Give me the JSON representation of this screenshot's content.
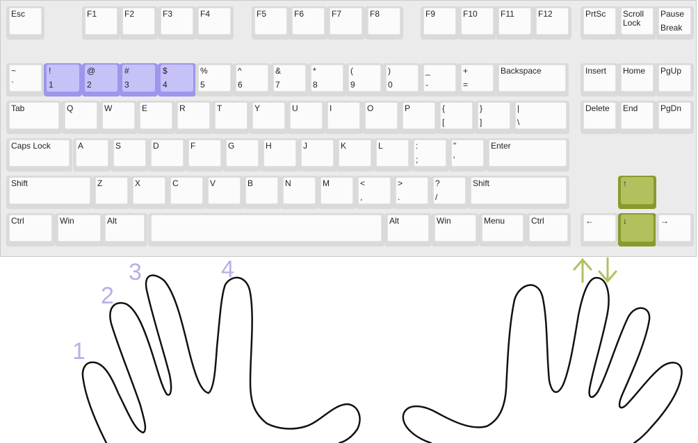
{
  "keyboard": {
    "colors": {
      "finger_highlight": "#c6c1f7",
      "arrow_highlight": "#b3c05e"
    },
    "rows": [
      {
        "id": "function",
        "keys": [
          {
            "id": "esc",
            "top": "Esc"
          },
          {
            "id": "f1",
            "top": "F1"
          },
          {
            "id": "f2",
            "top": "F2"
          },
          {
            "id": "f3",
            "top": "F3"
          },
          {
            "id": "f4",
            "top": "F4"
          },
          {
            "id": "f5",
            "top": "F5"
          },
          {
            "id": "f6",
            "top": "F6"
          },
          {
            "id": "f7",
            "top": "F7"
          },
          {
            "id": "f8",
            "top": "F8"
          },
          {
            "id": "f9",
            "top": "F9"
          },
          {
            "id": "f10",
            "top": "F10"
          },
          {
            "id": "f11",
            "top": "F11"
          },
          {
            "id": "f12",
            "top": "F12"
          },
          {
            "id": "prtsc",
            "top": "PrtSc"
          },
          {
            "id": "scroll-lock",
            "top": "Scroll\nLock"
          },
          {
            "id": "pause",
            "top": "Pause",
            "bottom": "Break"
          }
        ]
      },
      {
        "id": "number",
        "keys": [
          {
            "id": "tilde",
            "top": "~",
            "bottom": "`"
          },
          {
            "id": "1",
            "top": "!",
            "bottom": "1",
            "highlight": "finger"
          },
          {
            "id": "2",
            "top": "@",
            "bottom": "2",
            "highlight": "finger"
          },
          {
            "id": "3",
            "top": "#",
            "bottom": "3",
            "highlight": "finger"
          },
          {
            "id": "4",
            "top": "$",
            "bottom": "4",
            "highlight": "finger"
          },
          {
            "id": "5",
            "top": "%",
            "bottom": "5"
          },
          {
            "id": "6",
            "top": "^",
            "bottom": "6"
          },
          {
            "id": "7",
            "top": "&",
            "bottom": "7"
          },
          {
            "id": "8",
            "top": "*",
            "bottom": "8"
          },
          {
            "id": "9",
            "top": "(",
            "bottom": "9"
          },
          {
            "id": "0",
            "top": ")",
            "bottom": "0"
          },
          {
            "id": "minus",
            "top": "_",
            "bottom": "-"
          },
          {
            "id": "equals",
            "top": "+",
            "bottom": "="
          },
          {
            "id": "backspace",
            "top": "Backspace"
          },
          {
            "id": "insert",
            "top": "Insert"
          },
          {
            "id": "home",
            "top": "Home"
          },
          {
            "id": "pgup",
            "top": "PgUp"
          }
        ]
      },
      {
        "id": "qwerty",
        "keys": [
          {
            "id": "tab",
            "top": "Tab"
          },
          {
            "id": "q",
            "top": "Q"
          },
          {
            "id": "w",
            "top": "W"
          },
          {
            "id": "e",
            "top": "E"
          },
          {
            "id": "r",
            "top": "R"
          },
          {
            "id": "t",
            "top": "T"
          },
          {
            "id": "y",
            "top": "Y"
          },
          {
            "id": "u",
            "top": "U"
          },
          {
            "id": "i",
            "top": "I"
          },
          {
            "id": "o",
            "top": "O"
          },
          {
            "id": "p",
            "top": "P"
          },
          {
            "id": "lbracket",
            "top": "{",
            "bottom": "["
          },
          {
            "id": "rbracket",
            "top": "}",
            "bottom": "]"
          },
          {
            "id": "backslash",
            "top": "|",
            "bottom": "\\"
          },
          {
            "id": "delete",
            "top": "Delete"
          },
          {
            "id": "end",
            "top": "End"
          },
          {
            "id": "pgdn",
            "top": "PgDn"
          }
        ]
      },
      {
        "id": "home",
        "keys": [
          {
            "id": "capslock",
            "top": "Caps Lock"
          },
          {
            "id": "a",
            "top": "A"
          },
          {
            "id": "s",
            "top": "S"
          },
          {
            "id": "d",
            "top": "D"
          },
          {
            "id": "f",
            "top": "F"
          },
          {
            "id": "g",
            "top": "G"
          },
          {
            "id": "h",
            "top": "H"
          },
          {
            "id": "j",
            "top": "J"
          },
          {
            "id": "k",
            "top": "K"
          },
          {
            "id": "l",
            "top": "L"
          },
          {
            "id": "semicolon",
            "top": ":",
            "bottom": ";"
          },
          {
            "id": "quote",
            "top": "\"",
            "bottom": "'"
          },
          {
            "id": "enter",
            "top": "Enter"
          }
        ]
      },
      {
        "id": "shift",
        "keys": [
          {
            "id": "lshift",
            "top": "Shift"
          },
          {
            "id": "z",
            "top": "Z"
          },
          {
            "id": "x",
            "top": "X"
          },
          {
            "id": "c",
            "top": "C"
          },
          {
            "id": "v",
            "top": "V"
          },
          {
            "id": "b",
            "top": "B"
          },
          {
            "id": "n",
            "top": "N"
          },
          {
            "id": "m",
            "top": "M"
          },
          {
            "id": "comma",
            "top": "<",
            "bottom": ","
          },
          {
            "id": "period",
            "top": ">",
            "bottom": "."
          },
          {
            "id": "slash",
            "top": "?",
            "bottom": "/"
          },
          {
            "id": "rshift",
            "top": "Shift"
          },
          {
            "id": "up",
            "top": "↑",
            "highlight": "arrow"
          }
        ]
      },
      {
        "id": "bottom",
        "keys": [
          {
            "id": "lctrl",
            "top": "Ctrl"
          },
          {
            "id": "lwin",
            "top": "Win"
          },
          {
            "id": "lalt",
            "top": "Alt"
          },
          {
            "id": "space",
            "top": ""
          },
          {
            "id": "ralt",
            "top": "Alt"
          },
          {
            "id": "rwin",
            "top": "Win"
          },
          {
            "id": "menu",
            "top": "Menu"
          },
          {
            "id": "rctrl",
            "top": "Ctrl"
          },
          {
            "id": "left",
            "top": "←"
          },
          {
            "id": "down",
            "top": "↓",
            "highlight": "arrow"
          },
          {
            "id": "right",
            "top": "→"
          }
        ]
      }
    ]
  },
  "hands": {
    "finger_numbers": [
      "1",
      "2",
      "3",
      "4"
    ],
    "arrow_colors": "#b3c05e"
  }
}
